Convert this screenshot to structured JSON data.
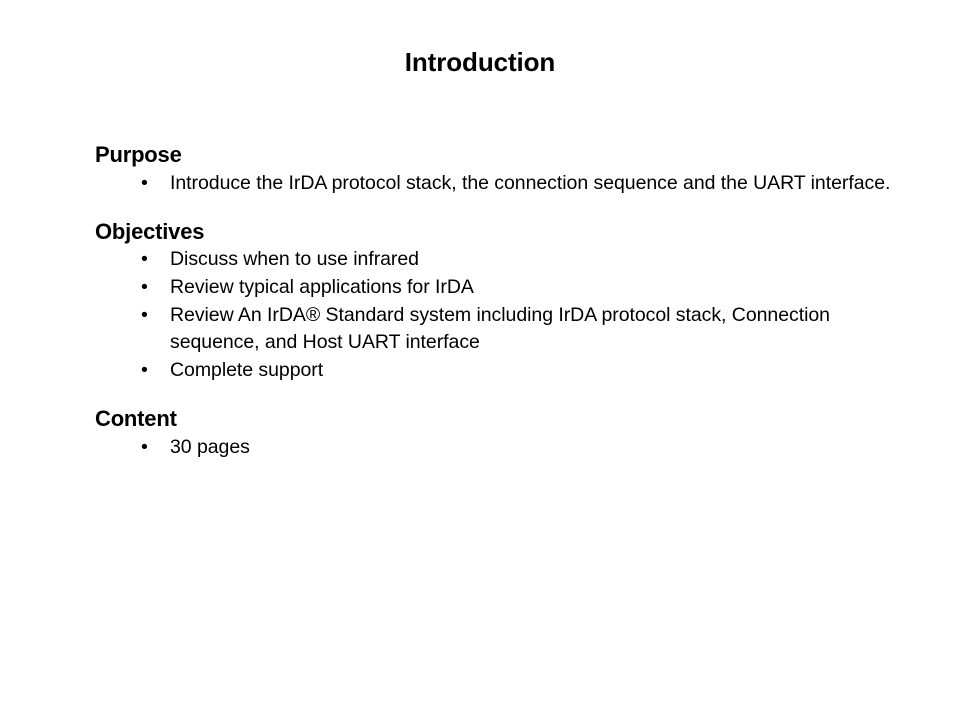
{
  "slide": {
    "title": "Introduction",
    "bullet_glyph": "•",
    "sections": [
      {
        "heading": "Purpose",
        "bullets": [
          "Introduce the IrDA protocol stack, the connection sequence and the UART interface."
        ]
      },
      {
        "heading": "Objectives",
        "bullets": [
          "Discuss when to use infrared",
          "Review typical applications for IrDA",
          "Review An IrDA® Standard system including IrDA protocol stack, Connection sequence, and Host UART interface",
          "Complete support"
        ]
      },
      {
        "heading": "Content",
        "bullets": [
          "30 pages"
        ]
      }
    ]
  },
  "colors": {
    "background": "#ffffff",
    "text": "#000000"
  }
}
